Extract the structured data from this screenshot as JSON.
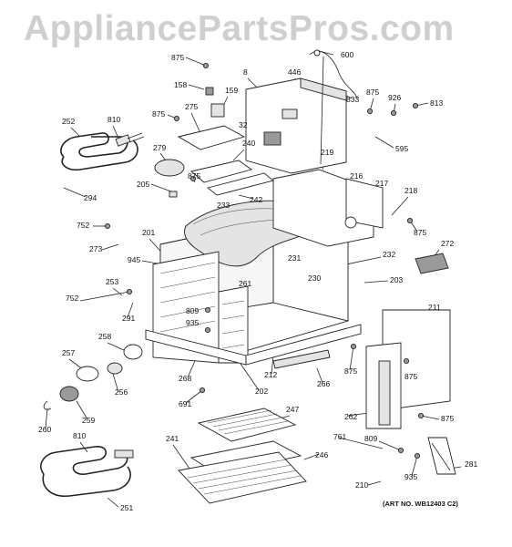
{
  "watermark": "AppliancePartsPros.com",
  "art_number": "(ART NO. WB12403 C2)",
  "callouts": [
    "875",
    "600",
    "158",
    "8",
    "446",
    "159",
    "875",
    "926",
    "813",
    "833",
    "275",
    "875",
    "252",
    "810",
    "32",
    "595",
    "219",
    "240",
    "279",
    "216",
    "217",
    "875",
    "205",
    "242",
    "218",
    "233",
    "294",
    "752",
    "201",
    "875",
    "272",
    "273",
    "232",
    "231",
    "230",
    "945",
    "203",
    "253",
    "261",
    "211",
    "752",
    "809",
    "291",
    "935",
    "257",
    "258",
    "875",
    "212",
    "266",
    "875",
    "268",
    "256",
    "202",
    "691",
    "262",
    "875",
    "259",
    "260",
    "247",
    "761",
    "241",
    "810",
    "246",
    "809",
    "935",
    "281",
    "210",
    "251"
  ]
}
